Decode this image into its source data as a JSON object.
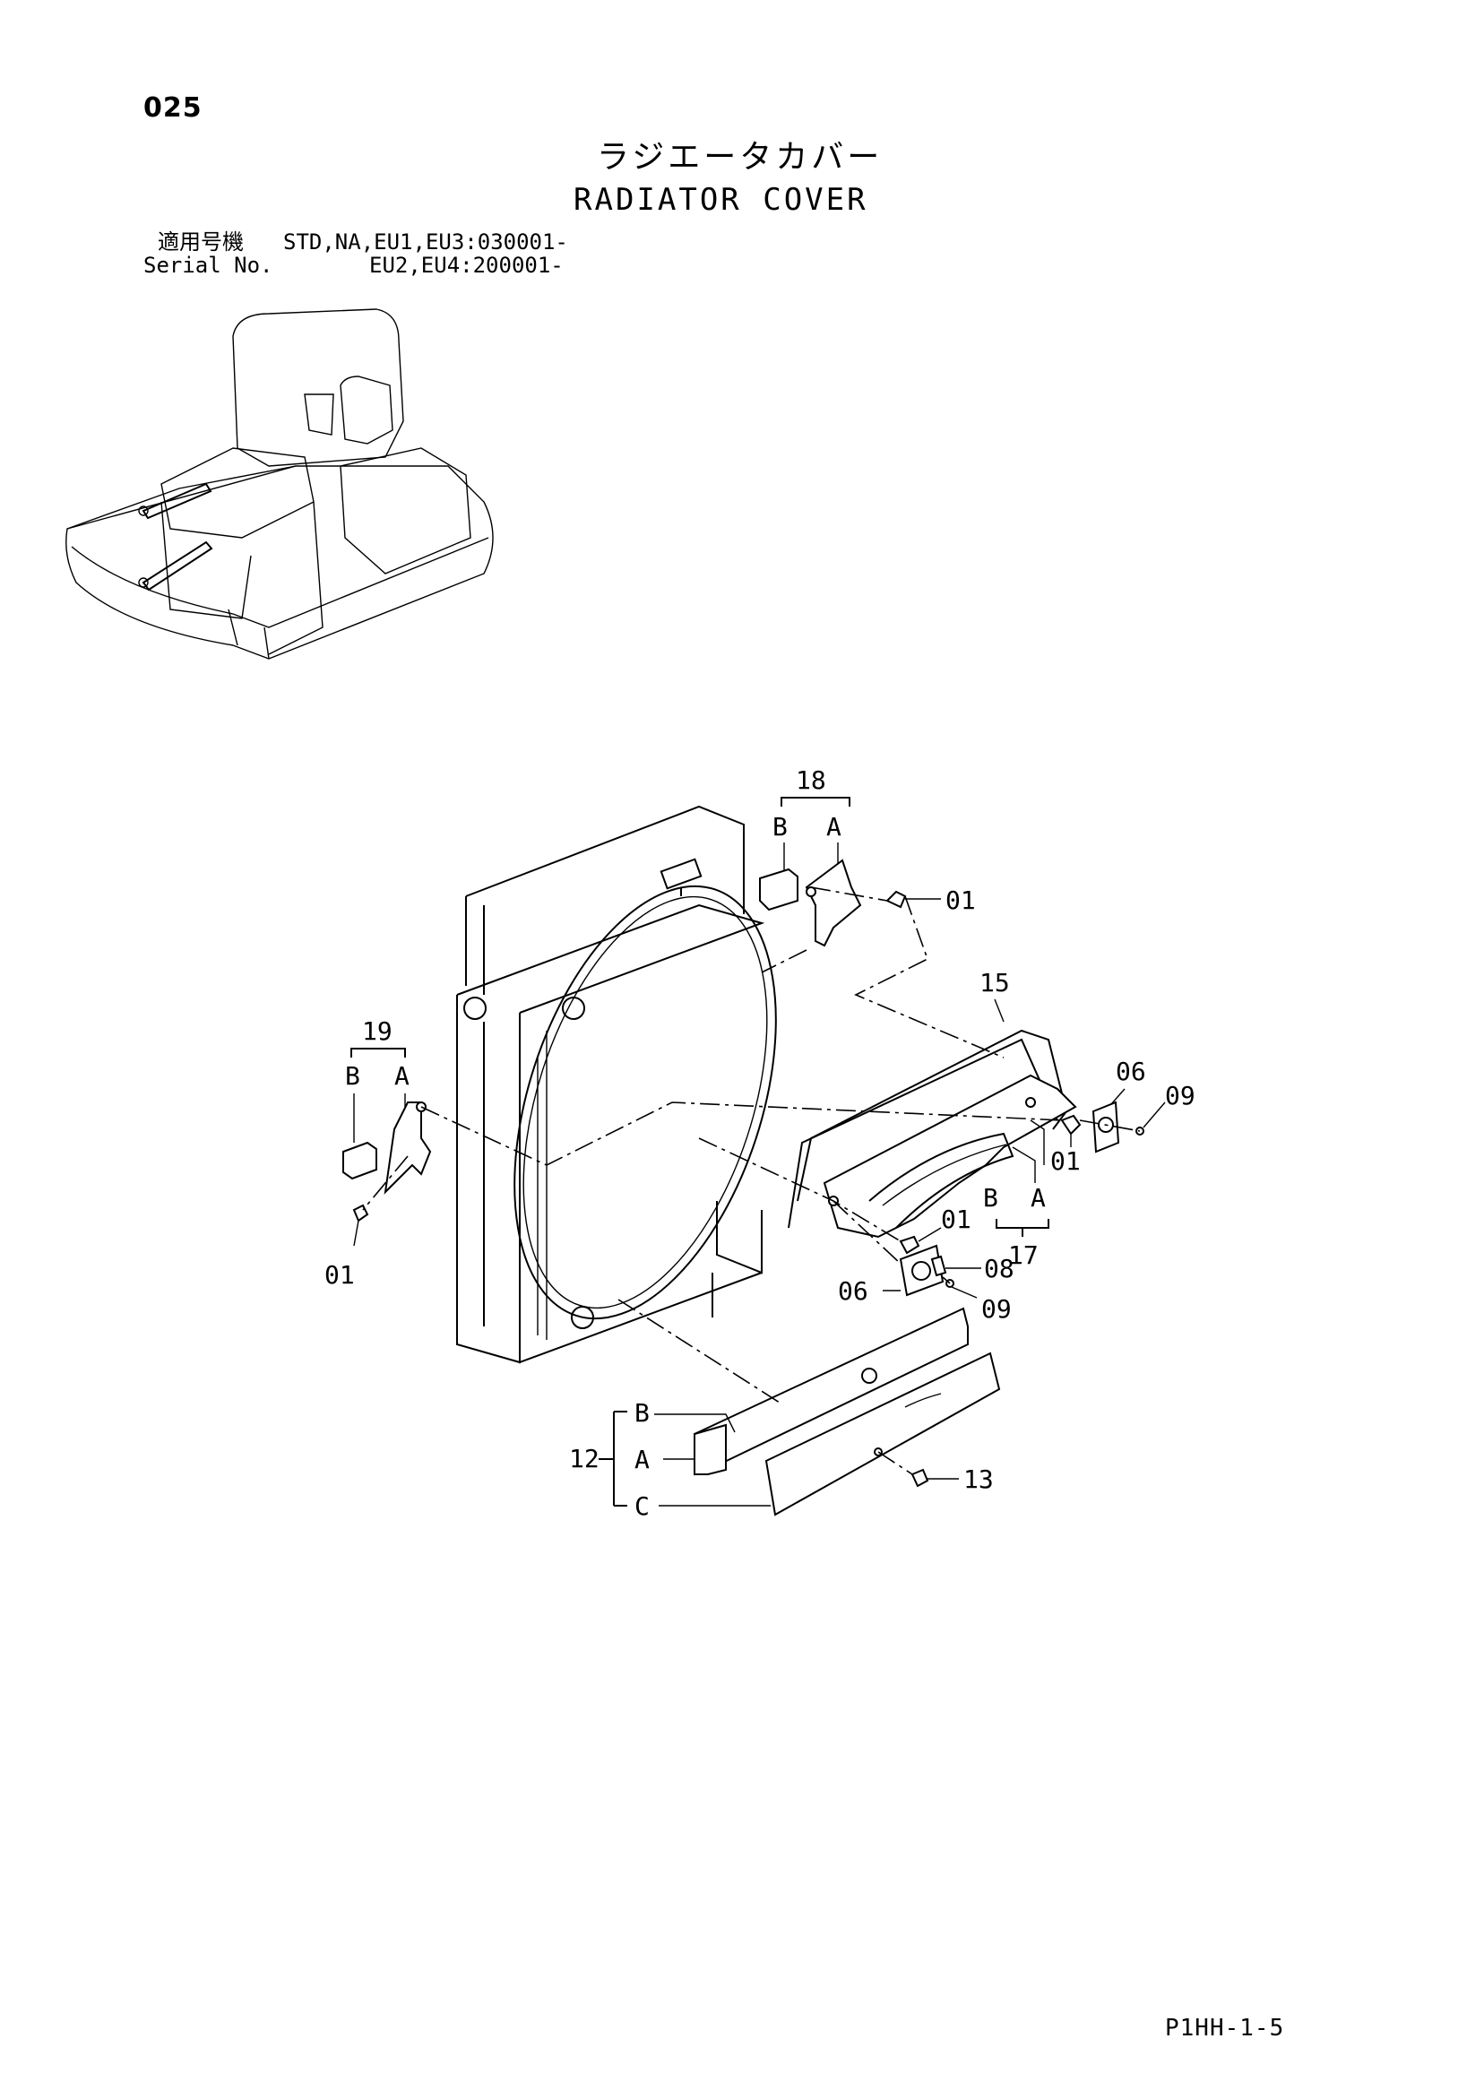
{
  "page": {
    "number": "025",
    "title_jp": "ラジエータカバー",
    "title_en": "RADIATOR COVER",
    "serial_label_jp": "適用号機",
    "serial_label_en": "Serial No.",
    "serial_value_1": "STD,NA,EU1,EU3:030001-",
    "serial_value_2": "EU2,EU4:200001-",
    "doc_code": "P1HH-1-5"
  },
  "callouts": {
    "c18": "18",
    "c18_b": "B",
    "c18_a": "A",
    "c01_top": "01",
    "c15": "15",
    "c06_right": "06",
    "c09_right": "09",
    "c01_right": "01",
    "c17": "17",
    "c17_b": "B",
    "c17_a": "A",
    "c19": "19",
    "c19_b": "B",
    "c19_a": "A",
    "c01_left": "01",
    "c01_mid": "01",
    "c08": "08",
    "c06_mid": "06",
    "c09_mid": "09",
    "c12": "12",
    "c12_b": "B",
    "c12_a": "A",
    "c12_c": "C",
    "c13": "13"
  }
}
